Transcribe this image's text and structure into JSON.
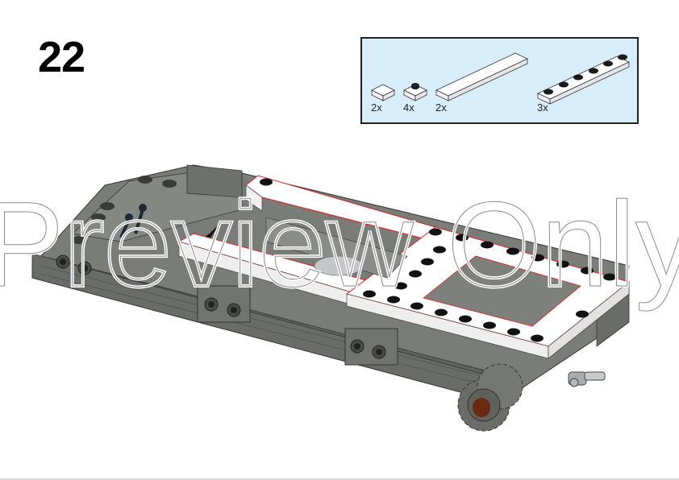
{
  "page": {
    "step_number": "22",
    "watermark_text": "Preview Only"
  },
  "parts_callout": {
    "background_color": "#d9eefb",
    "items": [
      {
        "name": "tile-1x1-white",
        "qty": "2x"
      },
      {
        "name": "plate-1x1-white",
        "qty": "4x"
      },
      {
        "name": "tile-1x6-white",
        "qty": "2x"
      },
      {
        "name": "plate-1x6-white",
        "qty": "3x"
      }
    ]
  },
  "colors": {
    "body_gray": "#6e706b",
    "white_brick": "#ffffff",
    "highlight_outline": "#d9201c",
    "brown_pin": "#6b2a10"
  }
}
